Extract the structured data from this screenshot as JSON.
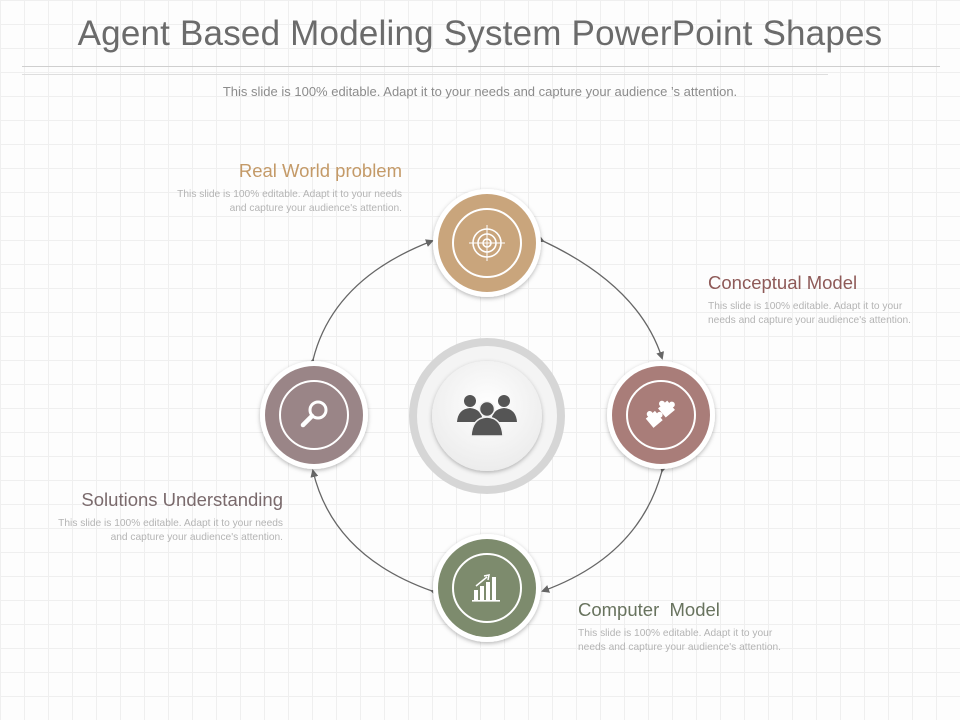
{
  "header": {
    "title": "Agent Based Modeling System PowerPoint Shapes",
    "subtitle": "This slide is 100% editable. Adapt it to your needs and capture your audience ’s attention."
  },
  "nodes": [
    {
      "heading": "Real World problem",
      "text": "This slide is 100% editable. Adapt it to your needs and capture your audience's attention.",
      "icon": "target-icon",
      "color": "#c9a57c"
    },
    {
      "heading": "Conceptual Model",
      "text": "This slide is 100% editable. Adapt it to your needs and capture your audience's attention.",
      "icon": "puzzle-icon",
      "color": "#a97d79"
    },
    {
      "heading": "Computer  Model",
      "text": "This slide is 100% editable. Adapt it to your needs and capture your audience's attention.",
      "icon": "bar-chart-icon",
      "color": "#7d8b6d"
    },
    {
      "heading": "Solutions Understanding",
      "text": "This slide is 100% editable. Adapt it to your needs and capture your audience's attention.",
      "icon": "magnifier-icon",
      "color": "#9a8587"
    }
  ],
  "center": {
    "icon": "team-icon",
    "color": "#555555"
  }
}
